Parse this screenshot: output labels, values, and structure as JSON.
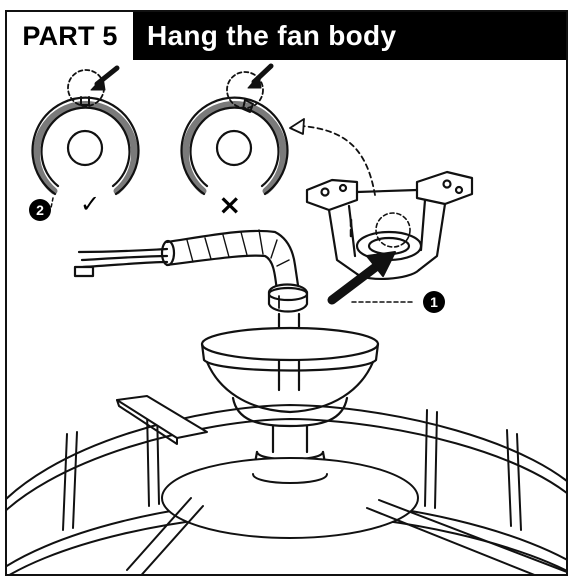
{
  "header": {
    "part_label": "PART 5",
    "title": "Hang the fan body"
  },
  "callouts": {
    "step_1": "1",
    "step_2": "2"
  },
  "marks": {
    "correct": "✓",
    "incorrect": "×"
  },
  "colors": {
    "header_bg": "#000000",
    "line": "#111111",
    "ring_gray": "#7a7a7a"
  }
}
